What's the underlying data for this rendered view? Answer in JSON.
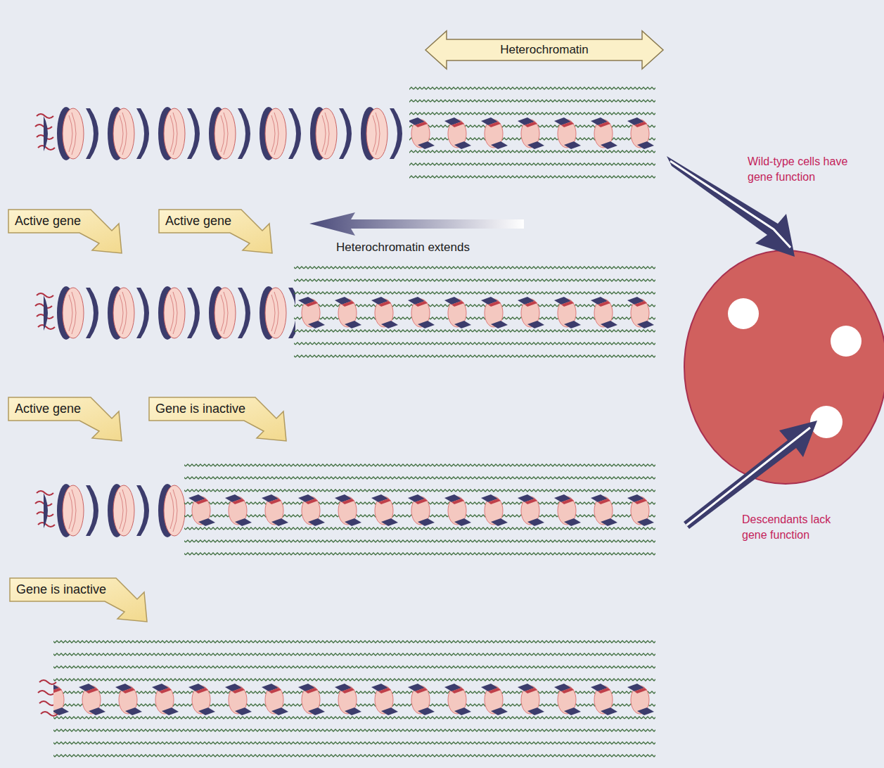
{
  "diagram": {
    "nodes": [
      {
        "text": [
          "Heterochromatin"
        ]
      },
      {
        "text": [
          "Active gene"
        ]
      },
      {
        "text": [
          "Active gene"
        ]
      },
      {
        "text": [
          "Active gene"
        ]
      },
      {
        "text": [
          "Gene is inactive"
        ]
      },
      {
        "text": [
          "Gene is inactive"
        ]
      }
    ],
    "labels": [
      "Heterochromatin extends",
      "Wild-type cells have gene function",
      "Descendants lack gene function"
    ]
  }
}
